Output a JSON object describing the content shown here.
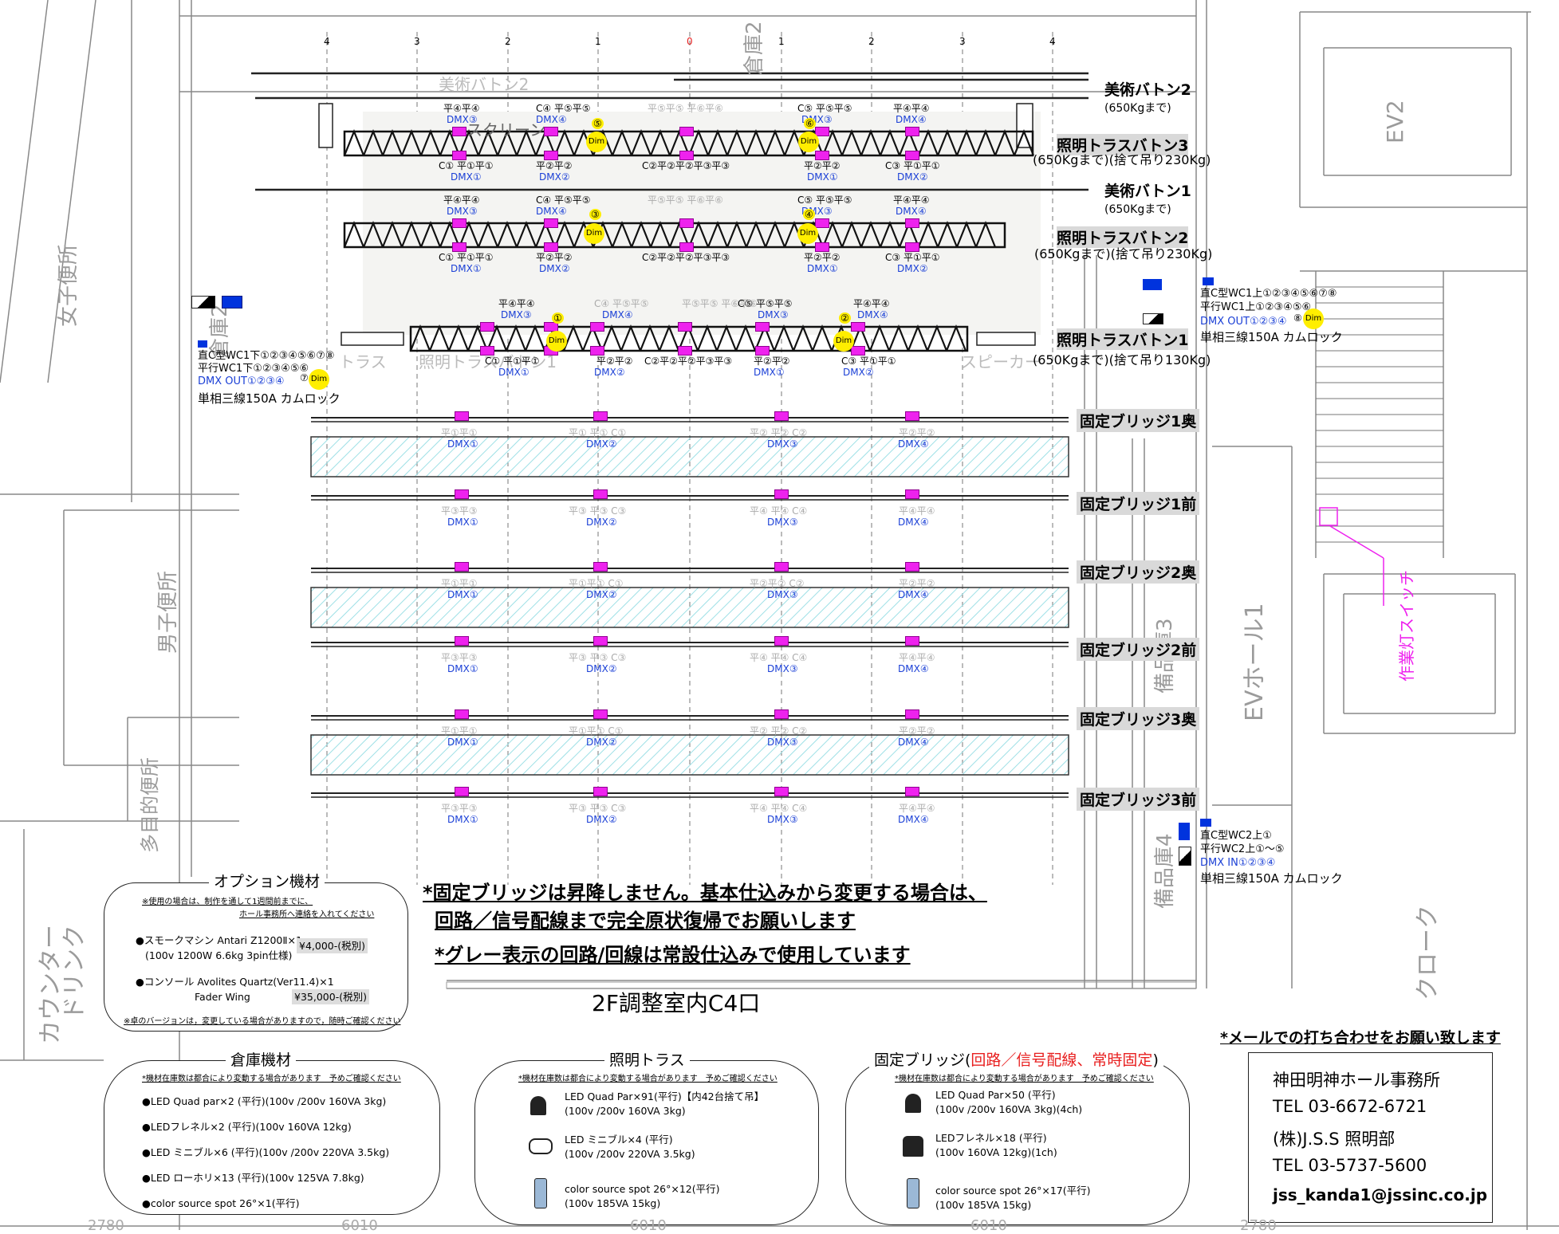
{
  "top_axis": [
    "4",
    "3",
    "2",
    "1",
    "0",
    "1",
    "2",
    "3",
    "4"
  ],
  "rooms": {
    "women_wc": "女子便所",
    "men_wc": "男子便所",
    "multi_wc": "多目的便所",
    "store1": "倉庫2",
    "store2": "倉庫2",
    "store3": "備品庫3",
    "store4": "備品庫4",
    "ev2": "EV2",
    "evhall": "EVホール1",
    "cloak": "クローク",
    "counter": "カウンター",
    "drink": "ドリンク",
    "work_switch": "作業灯スイッチ"
  },
  "battens": [
    {
      "name": "美術バトン2",
      "load": "(650Kgまで)"
    },
    {
      "name": "照明トラスバトン3",
      "load": "(650Kgまで)(捨て吊り230Kg)"
    },
    {
      "name": "美術バトン1",
      "load": "(650Kgまで)"
    },
    {
      "name": "照明トラスバトン2",
      "load": "(650Kgまで)(捨て吊り230Kg)"
    },
    {
      "name": "照明トラスバトン1",
      "load": "(650Kgまで)(捨て吊り130Kg)"
    }
  ],
  "bridges": [
    "固定ブリッジ1奥",
    "固定ブリッジ1前",
    "固定ブリッジ2奥",
    "固定ブリッジ2前",
    "固定ブリッジ3奥",
    "固定ブリッジ3前"
  ],
  "ghost_labels": {
    "truss": "トラス",
    "lighting_truss": "照明トラスバトン1",
    "speaker": "スピーカー",
    "screen": "スクリーン",
    "art": "美術バトン2"
  },
  "truss3": {
    "top": [
      "平④平④",
      "C④ 平⑤平⑤",
      "平⑤平⑤ 平⑥平⑥",
      "C⑤ 平⑤平⑤",
      "平④平④"
    ],
    "top_dmx": [
      "DMX③",
      "DMX④",
      "DMX③",
      "DMX④"
    ],
    "bottom": [
      "C① 平①平①",
      "平②平②",
      "C②平②平②平③平③",
      "平②平②",
      "C③ 平①平①"
    ],
    "bottom_dmx": [
      "DMX①",
      "DMX②",
      "DMX①",
      "DMX②"
    ],
    "dims": [
      "⑤",
      "⑥"
    ]
  },
  "truss2": {
    "top": [
      "平④平④",
      "C④ 平⑤平⑤",
      "平⑤平⑤ 平⑥平⑥",
      "C⑤ 平⑤平⑤",
      "平④平④"
    ],
    "top_dmx": [
      "DMX③",
      "DMX④",
      "DMX③",
      "DMX④"
    ],
    "bottom": [
      "C① 平①平①",
      "平②平②",
      "C②平②平②平③平③",
      "平②平②",
      "C③ 平①平①"
    ],
    "bottom_dmx": [
      "DMX①",
      "DMX②",
      "DMX①",
      "DMX②"
    ],
    "dims": [
      "③",
      "④"
    ]
  },
  "truss1": {
    "top": [
      "平④平④",
      "C④ 平⑤平⑤",
      "平⑤平⑤ 平⑥平⑥",
      "C⑤ 平⑤平⑤",
      "平④平④"
    ],
    "top_dmx": [
      "DMX③",
      "DMX④",
      "DMX③",
      "DMX④"
    ],
    "bottom": [
      "C① 平①平①",
      "平②平②",
      "C②平②平②平③平③",
      "平②平②",
      "C③ 平①平①"
    ],
    "bottom_dmx": [
      "DMX①",
      "DMX②",
      "DMX①",
      "DMX②"
    ],
    "dims": [
      "①",
      "②"
    ]
  },
  "bridge_rows": [
    {
      "labels": [
        "平①平①",
        "平① 平① C①",
        "平② 平② C②",
        "平②平②"
      ],
      "dmx": [
        "DMX①",
        "DMX②",
        "DMX③",
        "DMX④"
      ]
    },
    {
      "labels": [
        "平③平③",
        "平③ 平③ C③",
        "平④ 平④ C④",
        "平④平④"
      ],
      "dmx": [
        "DMX①",
        "DMX②",
        "DMX③",
        "DMX④"
      ]
    },
    {
      "labels": [
        "平①平①",
        "平①平① C①",
        "平②平② C②",
        "平②平②"
      ],
      "dmx": [
        "DMX①",
        "DMX②",
        "DMX③",
        "DMX④"
      ]
    },
    {
      "labels": [
        "平③平③",
        "平③ 平③ C③",
        "平④ 平④ C④",
        "平④平④"
      ],
      "dmx": [
        "DMX①",
        "DMX②",
        "DMX③",
        "DMX④"
      ]
    },
    {
      "labels": [
        "平①平①",
        "平①平① C①",
        "平② 平② C②",
        "平②平②"
      ],
      "dmx": [
        "DMX①",
        "DMX②",
        "DMX③",
        "DMX④"
      ]
    },
    {
      "labels": [
        "平③平③",
        "平③ 平③ C③",
        "平④ 平④ C④",
        "平④平④"
      ],
      "dmx": [
        "DMX①",
        "DMX②",
        "DMX③",
        "DMX④"
      ]
    }
  ],
  "panels": {
    "left": {
      "l1": "直C型WC1下①②③④⑤⑥⑦⑧",
      "l2": "平行WC1下①②③④⑤⑥",
      "l3": "DMX OUT①②③④",
      "l4": "単相三線150A カムロック",
      "dim": "⑦"
    },
    "right_top": {
      "l1": "直C型WC1上①②③④⑤⑥⑦⑧",
      "l2": "平行WC1上①②③④⑤⑥",
      "l3": "DMX OUT①②③④",
      "l4": "単相三線150A カムロック",
      "dim": "⑧"
    },
    "right_bottom": {
      "l1": "直C型WC2上①",
      "l2": "平行WC2上①〜⑤",
      "l3": "DMX IN①②③④",
      "l4": "単相三線150A カムロック"
    }
  },
  "dim_label": "Dim",
  "notices": [
    "*固定ブリッジは昇降しません。基本仕込みから変更する場合は、",
    "回路／信号配線まで完全原状復帰でお願いします",
    "*グレー表示の回路/回線は常設仕込みで使用しています"
  ],
  "control_room": "2F調整室内C4口",
  "options": {
    "title": "オプション機材",
    "note1": "※使用の場合は、制作を通して1週間前までに、",
    "note2": "ホール事務所へ連絡を入れてください",
    "item1a": "●スモークマシン Antari Z1200Ⅱ×1",
    "item1b": "(100v 1200W 6.6kg 3pin仕様)",
    "price1": "¥4,000-(税別)",
    "item2a": "●コンソール Avolites Quartz(Ver11.4)×1",
    "item2b": "Fader Wing",
    "price2": "¥35,000-(税別)",
    "footer": "※卓のバージョンは，変更している場合がありますので，随時ご確認ください"
  },
  "warehouse": {
    "title": "倉庫機材",
    "note": "*機材在庫数は都合により変動する場合があります　予めご確認ください",
    "items": [
      "●LED Quad par×2 (平行)(100v /200v 160VA  3kg)",
      "●LEDフレネル×2 (平行)(100v 160VA  12kg)",
      "●LED ミニブル×6 (平行)(100v /200v 220VA  3.5kg)",
      "●LED ローホリ×13 (平行)(100v 125VA  7.8kg)",
      "●color source spot 26°×1(平行)"
    ]
  },
  "truss_box": {
    "title": "照明トラス",
    "note": "*機材在庫数は都合により変動する場合があります　予めご確認ください",
    "items": [
      {
        "a": "LED Quad Par×91(平行)【内42台捨て吊】",
        "b": "(100v /200v 160VA  3kg)"
      },
      {
        "a": "LED ミニブル×4 (平行)",
        "b": "(100v /200v 220VA  3.5kg)"
      },
      {
        "a": "color source spot 26°×12(平行)",
        "b": "(100v 185VA  15kg)"
      }
    ]
  },
  "bridge_box": {
    "title_a": "固定ブリッジ(",
    "title_b": "回路／信号配線、常時固定",
    "title_c": ")",
    "note": "*機材在庫数は都合により変動する場合があります　予めご確認ください",
    "items": [
      {
        "a": "LED Quad Par×50 (平行)",
        "b": "(100v /200v 160VA  3kg)(4ch)"
      },
      {
        "a": "LEDフレネル×18 (平行)",
        "b": "(100v 160VA  12kg)(1ch)"
      },
      {
        "a": "color source spot 26°×17(平行)",
        "b": "(100v 185VA  15kg)"
      }
    ]
  },
  "mail_note": "*メールでの打ち合わせをお願い致します",
  "contact": {
    "office": "神田明神ホール事務所",
    "tel1": "TEL 03-6672-6721",
    "company": "(株)J.S.S 照明部",
    "tel2": "TEL 03-5737-5600",
    "email": "jss_kanda1@jssinc.co.jp"
  },
  "dims_bottom": [
    "2780",
    "6010",
    "6010",
    "6010",
    "2780"
  ],
  "colors": {
    "pink": "#ee22ee",
    "yellow": "#ffee00",
    "blue": "#1a3fd6",
    "bridge_fill": "#cdeff2",
    "label_bg": "#d9d9d9"
  }
}
